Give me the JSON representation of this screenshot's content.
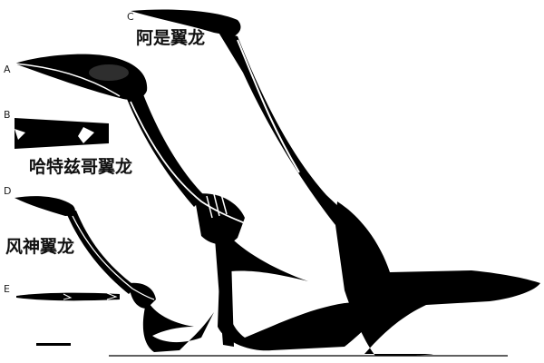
{
  "panels": {
    "a": "A",
    "b": "B",
    "c": "C",
    "d": "D",
    "e": "E"
  },
  "labels": {
    "arambourgiania": "阿是翼龙",
    "hatzegopteryx": "哈特兹哥翼龙",
    "quetzalcoatlus": "风神翼龙"
  },
  "colors": {
    "silhouette": "#000000",
    "bone": "#ffffff",
    "background": "#ffffff"
  }
}
